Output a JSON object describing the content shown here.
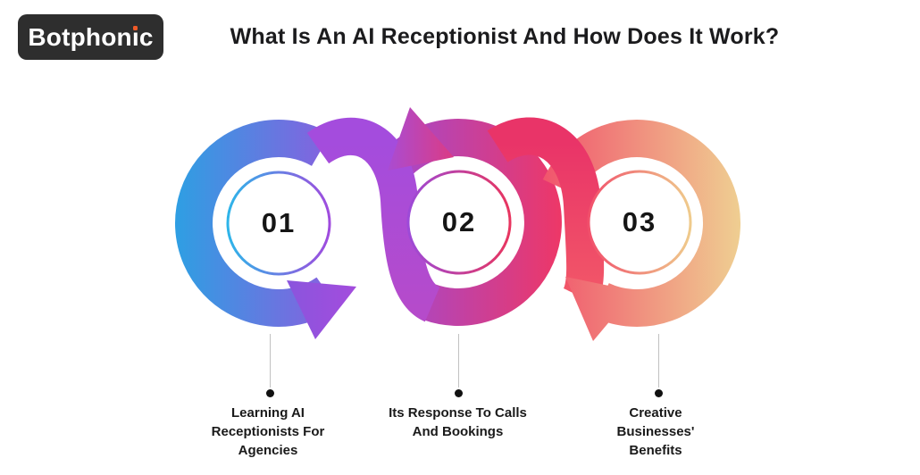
{
  "logo": {
    "name": "Botphonic",
    "text_pre": "Botphon",
    "i_char": "ı",
    "text_post": "c",
    "background": "#2E2E2E",
    "text_color": "#FFFFFF",
    "dot_color": "#F05A28"
  },
  "title": {
    "text": "What Is An AI Receptionist And How Does It Work?",
    "color": "#1B1B1D"
  },
  "steps": [
    {
      "number": "01",
      "label": "Learning AI Receptionists For Agencies",
      "gradient_start": "#2E9FE3",
      "gradient_end": "#A44CDD",
      "arrow_direction": "bottom-right pointing right"
    },
    {
      "number": "02",
      "label": "Its Response To Calls And Bookings",
      "gradient_start": "#9C4AD8",
      "gradient_end": "#EE3766",
      "arrow_direction": "top-left pointing down-left"
    },
    {
      "number": "03",
      "label": "Creative Businesses' Benefits",
      "gradient_start": "#F1506B",
      "gradient_end": "#EFD092",
      "arrow_direction": "bottom-left pointing up-left"
    }
  ],
  "connector": {
    "line_color": "#C1C1C1",
    "dot_color": "#111111"
  }
}
